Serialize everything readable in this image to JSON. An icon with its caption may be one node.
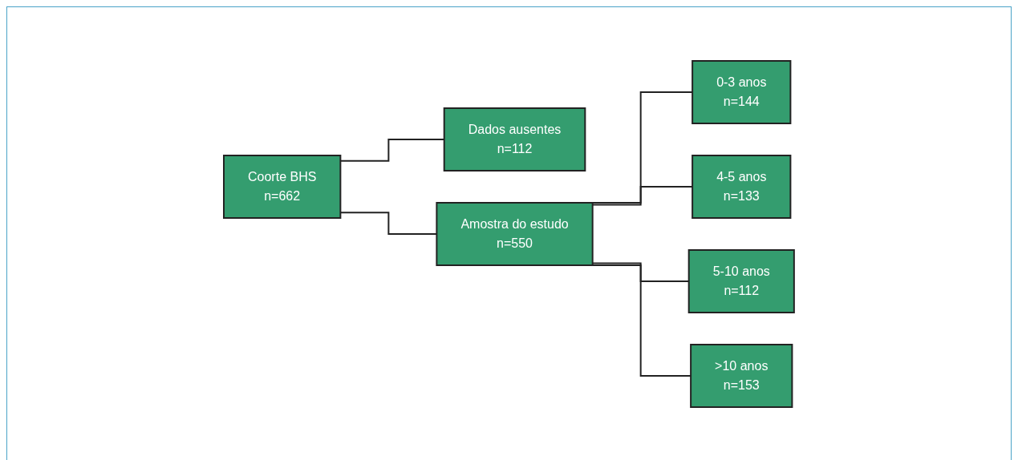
{
  "diagram": {
    "nodes": [
      {
        "text": [
          "Coorte BHS",
          "n=662"
        ]
      },
      {
        "text": [
          "Dados ausentes",
          "n=112"
        ]
      },
      {
        "text": [
          "Amostra do estudo",
          "n=550"
        ]
      },
      {
        "text": [
          "0-3 anos",
          "n=144"
        ]
      },
      {
        "text": [
          "4-5 anos",
          "n=133"
        ]
      },
      {
        "text": [
          "5-10 anos",
          "n=112"
        ]
      },
      {
        "text": [
          ">10 anos",
          "n=153"
        ]
      }
    ],
    "edges": [
      {
        "from": 0,
        "to": 1,
        "arrow": "none"
      },
      {
        "from": 0,
        "to": 2,
        "arrow": "none"
      },
      {
        "from": 2,
        "to": 3,
        "arrow": "none"
      },
      {
        "from": 2,
        "to": 4,
        "arrow": "none"
      },
      {
        "from": 2,
        "to": 5,
        "arrow": "none"
      },
      {
        "from": 2,
        "to": 6,
        "arrow": "none"
      }
    ]
  }
}
